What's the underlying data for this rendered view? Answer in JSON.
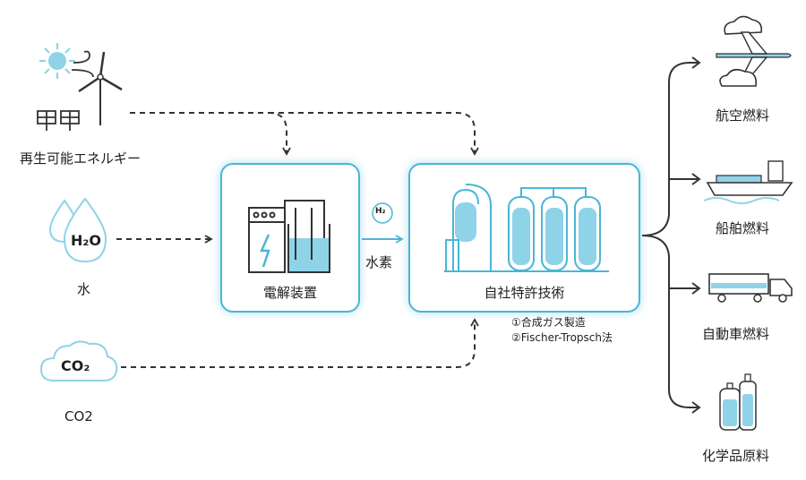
{
  "sources": {
    "renewable": "再生可能エネルギー",
    "water": "水",
    "water_icon_text": "H₂O",
    "co2": "CO2",
    "co2_icon_text": "CO₂"
  },
  "process": {
    "electrolysis": "電解装置",
    "hydrogen_label": "水素",
    "hydrogen_badge": "H₂",
    "proprietary": "自社特許技術",
    "methods": [
      "①合成ガス製造",
      "②Fischer-Tropsch法"
    ]
  },
  "outputs": [
    "航空燃料",
    "船舶燃料",
    "自動車燃料",
    "化学品原料"
  ],
  "icons": {
    "renewable": "sun-wind-solar-icon",
    "water": "water-drops-icon",
    "co2": "co2-cloud-icon",
    "electrolyzer": "electrolyzer-icon",
    "reactor": "reactor-tanks-icon",
    "airplane": "airplane-icon",
    "ship": "ship-icon",
    "truck": "truck-icon",
    "chemicals": "chemical-bottles-icon"
  },
  "colors": {
    "accent": "#49b6d6",
    "icon_fill": "#8fd3e8",
    "dark": "#333333"
  }
}
